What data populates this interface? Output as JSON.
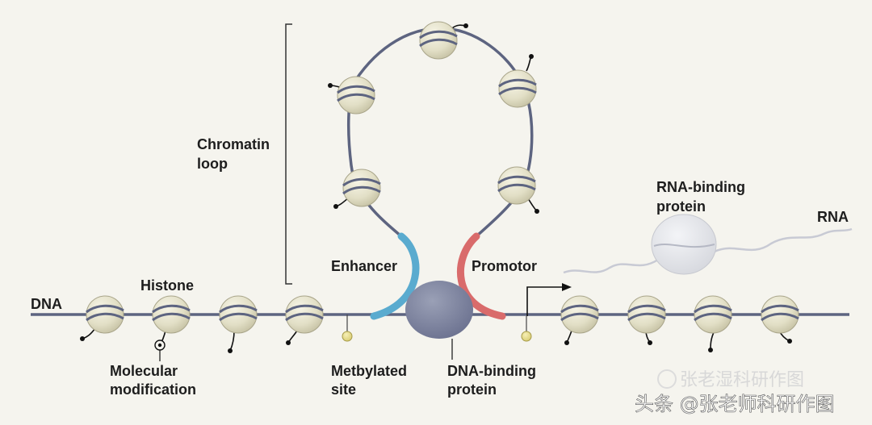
{
  "labels": {
    "dna": "DNA",
    "histone": "Histone",
    "chromatin_loop_line1": "Chromatin",
    "chromatin_loop_line2": "loop",
    "enhancer": "Enhancer",
    "promotor": "Promotor",
    "rna_binding_protein_line1": "RNA-binding",
    "rna_binding_protein_line2": "protein",
    "rna": "RNA",
    "molecular_modification_line1": "Molecular",
    "molecular_modification_line2": "modification",
    "methylated_site_line1": "Metbylated",
    "methylated_site_line2": "site",
    "dna_binding_protein_line1": "DNA-binding",
    "dna_binding_protein_line2": "protein"
  },
  "watermark": {
    "faint": "张老湿科研作图",
    "main": "头条 @张老师科研作图"
  },
  "colors": {
    "background": "#f5f4ee",
    "dna_strand": "#5d6480",
    "histone_fill": "#e3e0c8",
    "enhancer": "#5aabcf",
    "promotor": "#d96b6b",
    "dna_binding_protein": "#7b8299",
    "rna_binding_protein": "#e5e6ea",
    "methyl_site": "#e8dd8c"
  }
}
